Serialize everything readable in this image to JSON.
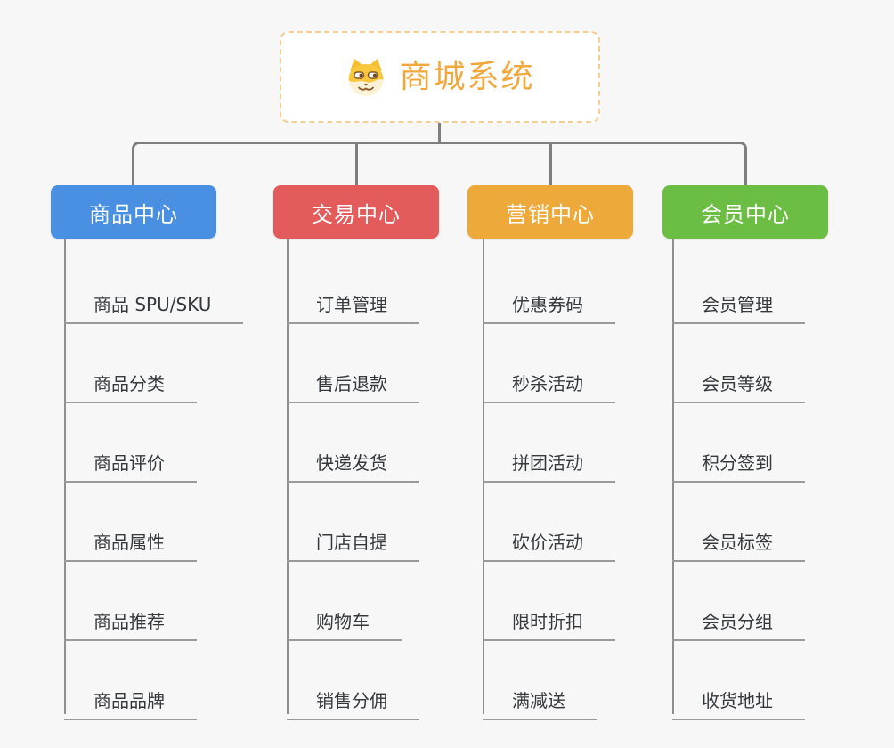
{
  "canvas": {
    "background": "#F7F7F7"
  },
  "root": {
    "title": "商城系统",
    "icon": "dog-face-icon",
    "accent_color": "#F0A83C",
    "border_color": "#F5CE93"
  },
  "branches": [
    {
      "label": "商品中心",
      "color": "#4A90E2",
      "children": [
        "商品 SPU/SKU",
        "商品分类",
        "商品评价",
        "商品属性",
        "商品推荐",
        "商品品牌"
      ]
    },
    {
      "label": "交易中心",
      "color": "#E45B5B",
      "children": [
        "订单管理",
        "售后退款",
        "快递发货",
        "门店自提",
        "购物车",
        "销售分佣"
      ]
    },
    {
      "label": "营销中心",
      "color": "#EDA939",
      "children": [
        "优惠券码",
        "秒杀活动",
        "拼团活动",
        "砍价活动",
        "限时折扣",
        "满减送"
      ]
    },
    {
      "label": "会员中心",
      "color": "#6BBE43",
      "children": [
        "会员管理",
        "会员等级",
        "积分签到",
        "会员标签",
        "会员分组",
        "收货地址"
      ]
    }
  ]
}
